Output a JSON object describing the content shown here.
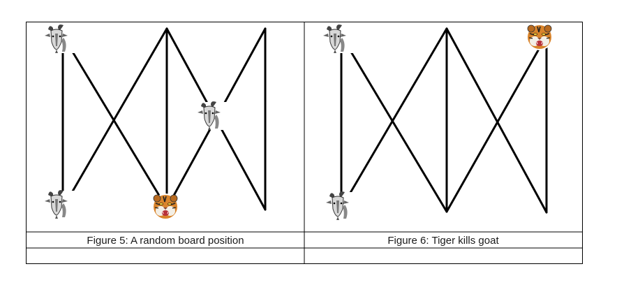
{
  "figures": [
    {
      "caption": "Figure 5: A random board position",
      "pieces": [
        "goat",
        "goat",
        "goat",
        "tiger"
      ]
    },
    {
      "caption": "Figure 6: Tiger kills goat",
      "pieces": [
        "goat",
        "goat",
        "tiger"
      ]
    }
  ]
}
